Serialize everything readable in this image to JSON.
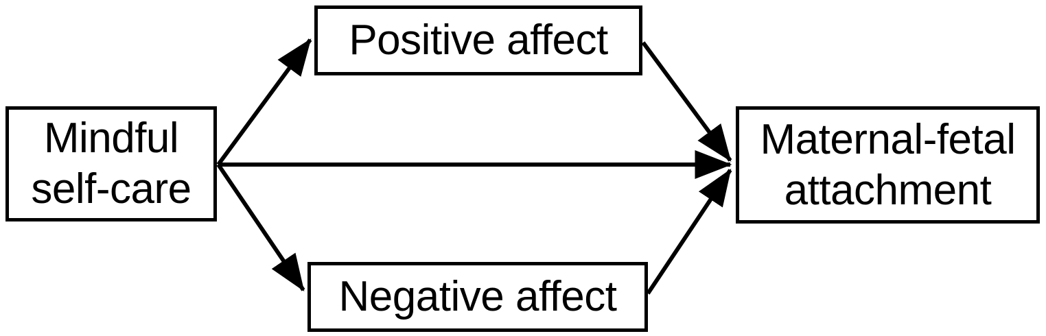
{
  "diagram": {
    "type": "path-model",
    "title": "",
    "background_color": "#ffffff",
    "stroke_color": "#000000",
    "nodes": [
      {
        "id": "mindful",
        "label": "Mindful self-care",
        "line1": "Mindful",
        "line2": "self-care",
        "role": "predictor"
      },
      {
        "id": "positive",
        "label": "Positive affect",
        "line1": "Positive affect",
        "line2": "",
        "role": "mediator"
      },
      {
        "id": "negative",
        "label": "Negative affect",
        "line1": "Negative affect",
        "line2": "",
        "role": "mediator"
      },
      {
        "id": "maternal",
        "label": "Maternal-fetal attachment",
        "line1": "Maternal-fetal",
        "line2": "attachment",
        "role": "outcome"
      }
    ],
    "edges": [
      {
        "id": "mindful-to-positive",
        "from": "mindful",
        "to": "positive",
        "label": "",
        "arrow": "single"
      },
      {
        "id": "mindful-to-negative",
        "from": "mindful",
        "to": "negative",
        "label": "",
        "arrow": "single"
      },
      {
        "id": "mindful-to-maternal",
        "from": "mindful",
        "to": "maternal",
        "label": "",
        "arrow": "single"
      },
      {
        "id": "positive-to-maternal",
        "from": "positive",
        "to": "maternal",
        "label": "",
        "arrow": "single"
      },
      {
        "id": "negative-to-maternal",
        "from": "negative",
        "to": "maternal",
        "label": "",
        "arrow": "single"
      }
    ]
  }
}
